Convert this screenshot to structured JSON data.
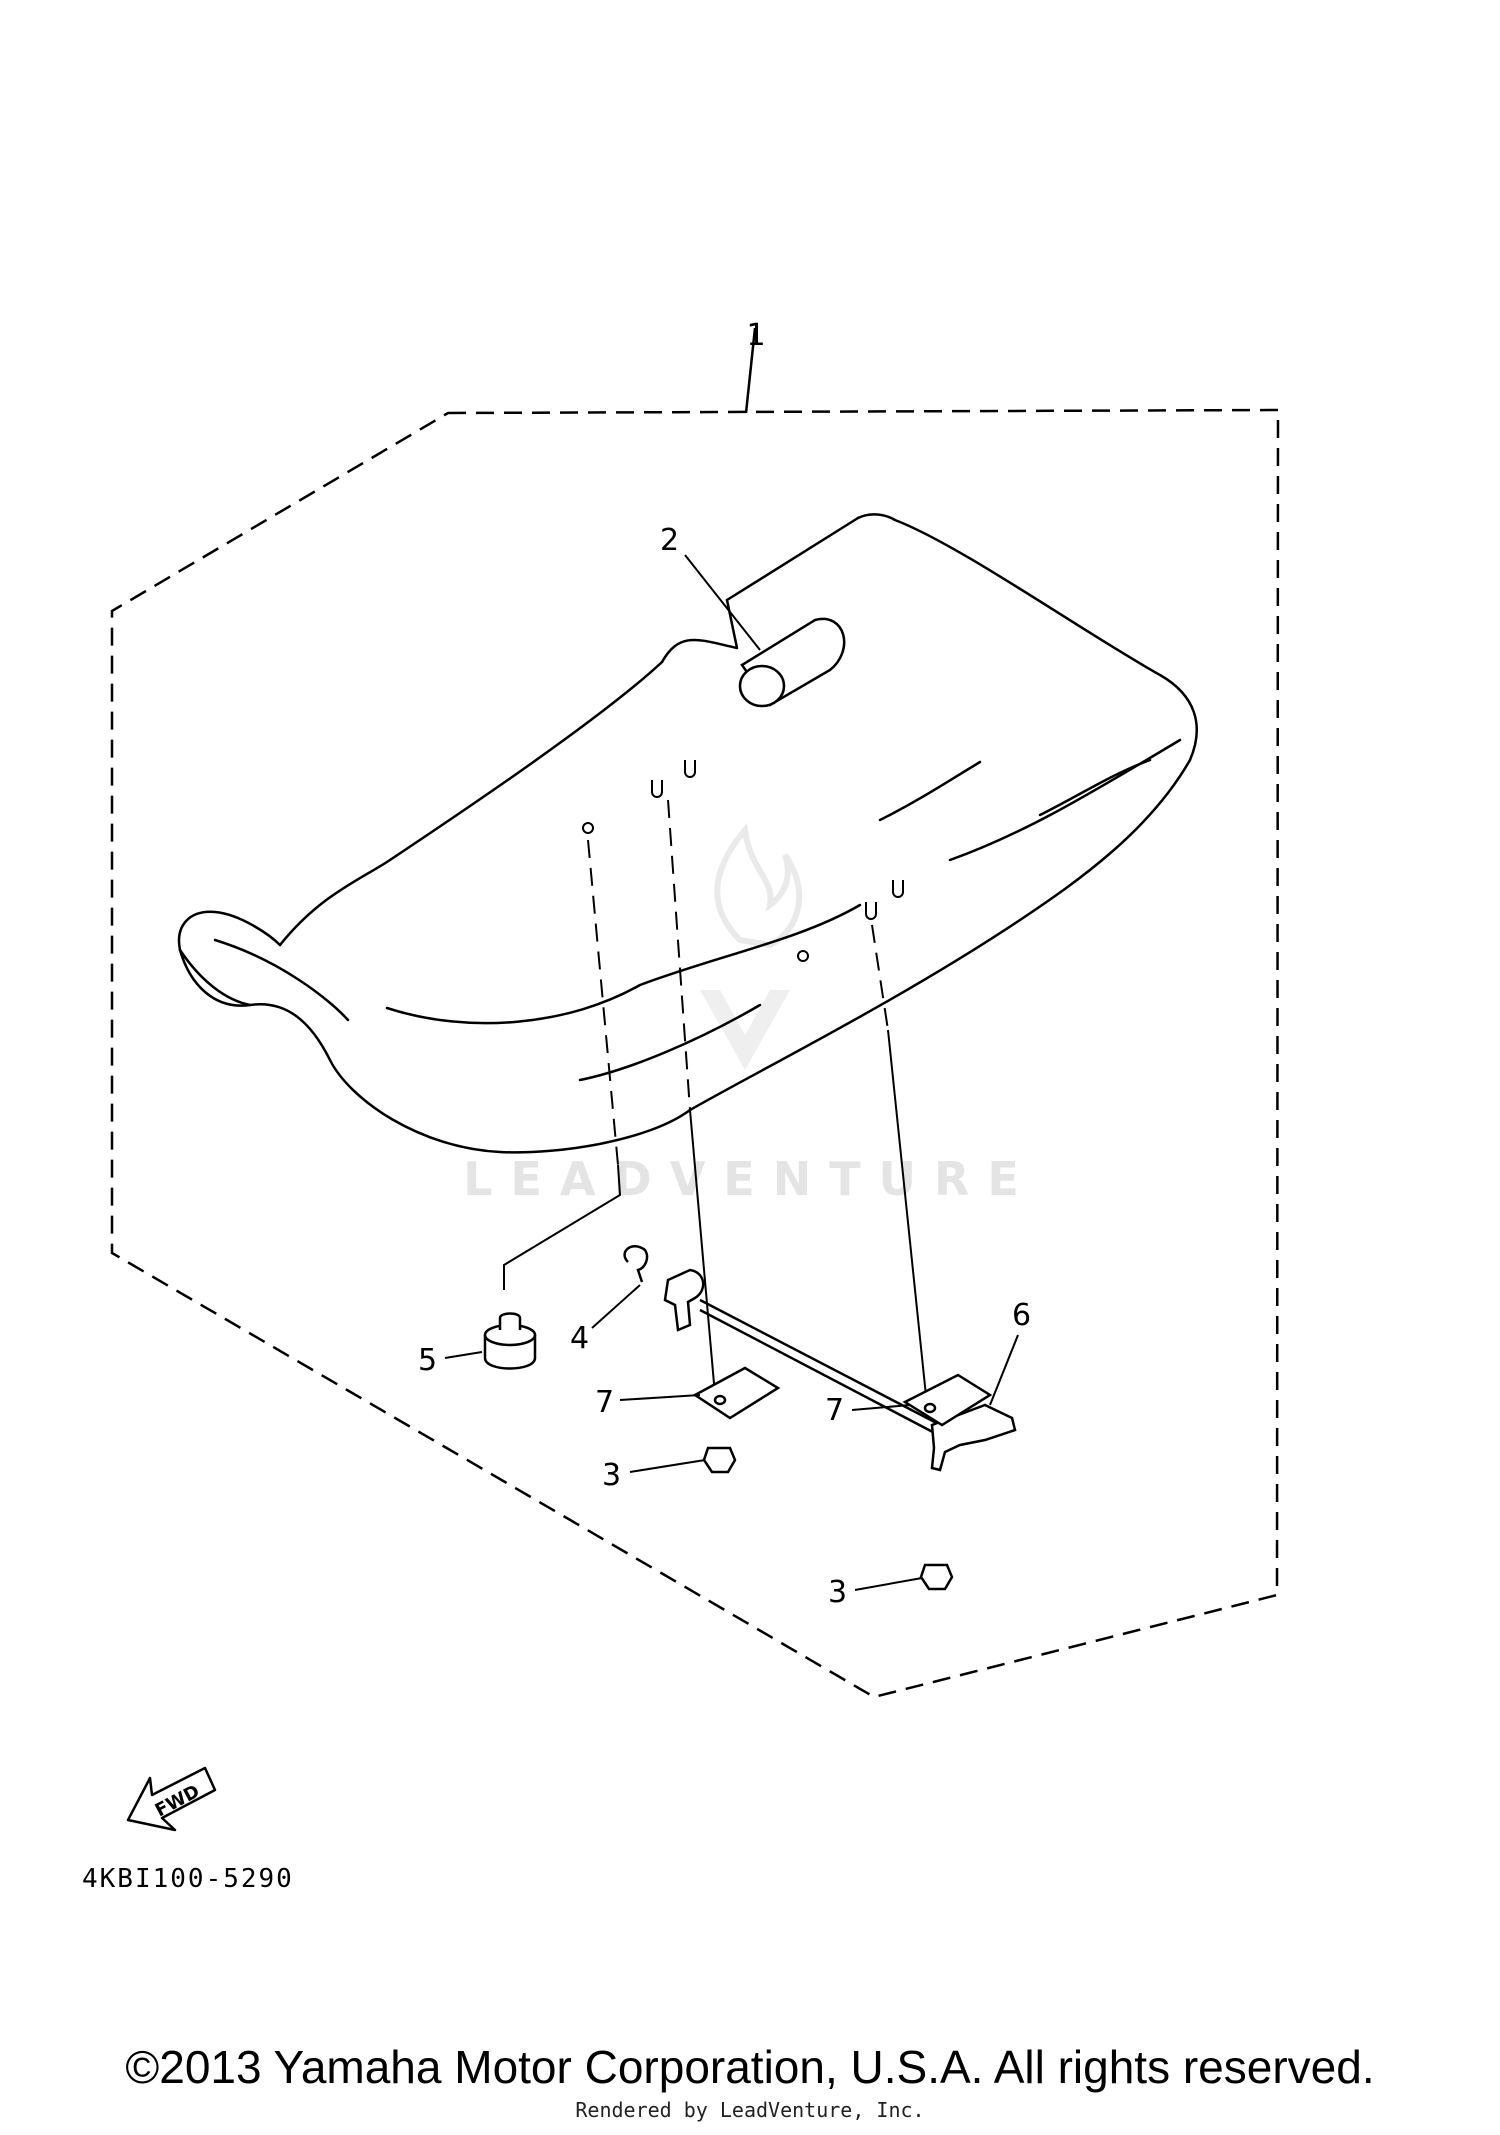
{
  "diagram": {
    "part_code": "4KBI100-5290",
    "fwd_label": "FWD",
    "watermark": "LEADVENTURE",
    "callouts": {
      "c1": "1",
      "c2": "2",
      "c3a": "3",
      "c3b": "3",
      "c4": "4",
      "c5": "5",
      "c6": "6",
      "c7a": "7",
      "c7b": "7"
    }
  },
  "footer": {
    "copyright": "©2013 Yamaha Motor Corporation, U.S.A. All rights reserved.",
    "rendered_by": "Rendered by LeadVenture, Inc."
  }
}
